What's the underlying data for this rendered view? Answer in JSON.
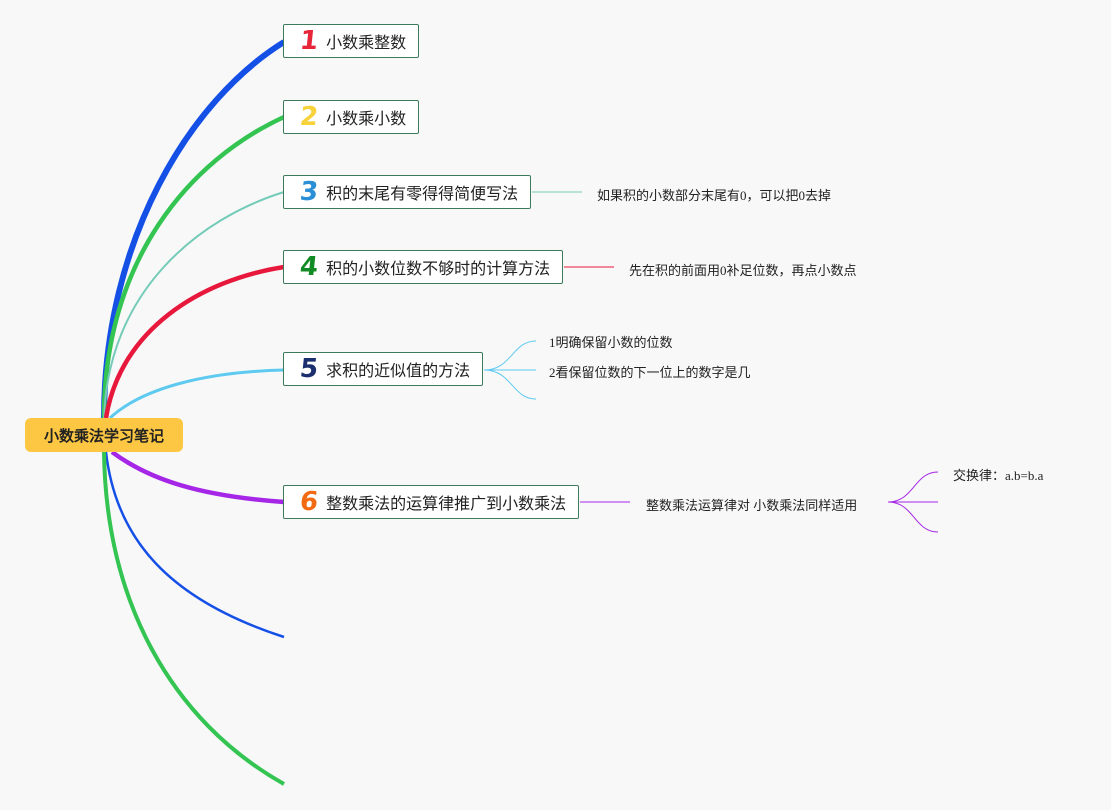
{
  "root": {
    "label": "小数乘法学习笔记"
  },
  "branches": [
    {
      "num": "1",
      "num_color": "#e8263a",
      "label": "小数乘整数",
      "line_color": "#1550e6"
    },
    {
      "num": "2",
      "num_color": "#f7d23b",
      "label": "小数乘小数",
      "line_color": "#33c451"
    },
    {
      "num": "3",
      "num_color": "#2a8fd6",
      "label": "积的末尾有零得得简便写法",
      "line_color": "#74cbb8",
      "notes": [
        "如果积的小数部分末尾有0，可以把0去掉"
      ]
    },
    {
      "num": "4",
      "num_color": "#138b24",
      "label": "积的小数位数不够时的计算方法",
      "line_color": "#e8183c",
      "notes": [
        "先在积的前面用0补足位数，再点小数点"
      ]
    },
    {
      "num": "5",
      "num_color": "#1b2f6e",
      "label": "求积的近似值的方法",
      "line_color": "#5ecaf0",
      "notes": [
        "1明确保留小数的位数",
        "2看保留位数的下一位上的数字是几"
      ]
    },
    {
      "num": "6",
      "num_color": "#f26a12",
      "label": "整数乘法的运算律推广到小数乘法",
      "line_color": "#a526e6",
      "notes": [
        "整数乘法运算律对 小数乘法同样适用"
      ],
      "subnotes": [
        "交换律：a.b=b.a"
      ]
    }
  ],
  "empty_branch_colors": [
    "#1550e6",
    "#33c451"
  ]
}
